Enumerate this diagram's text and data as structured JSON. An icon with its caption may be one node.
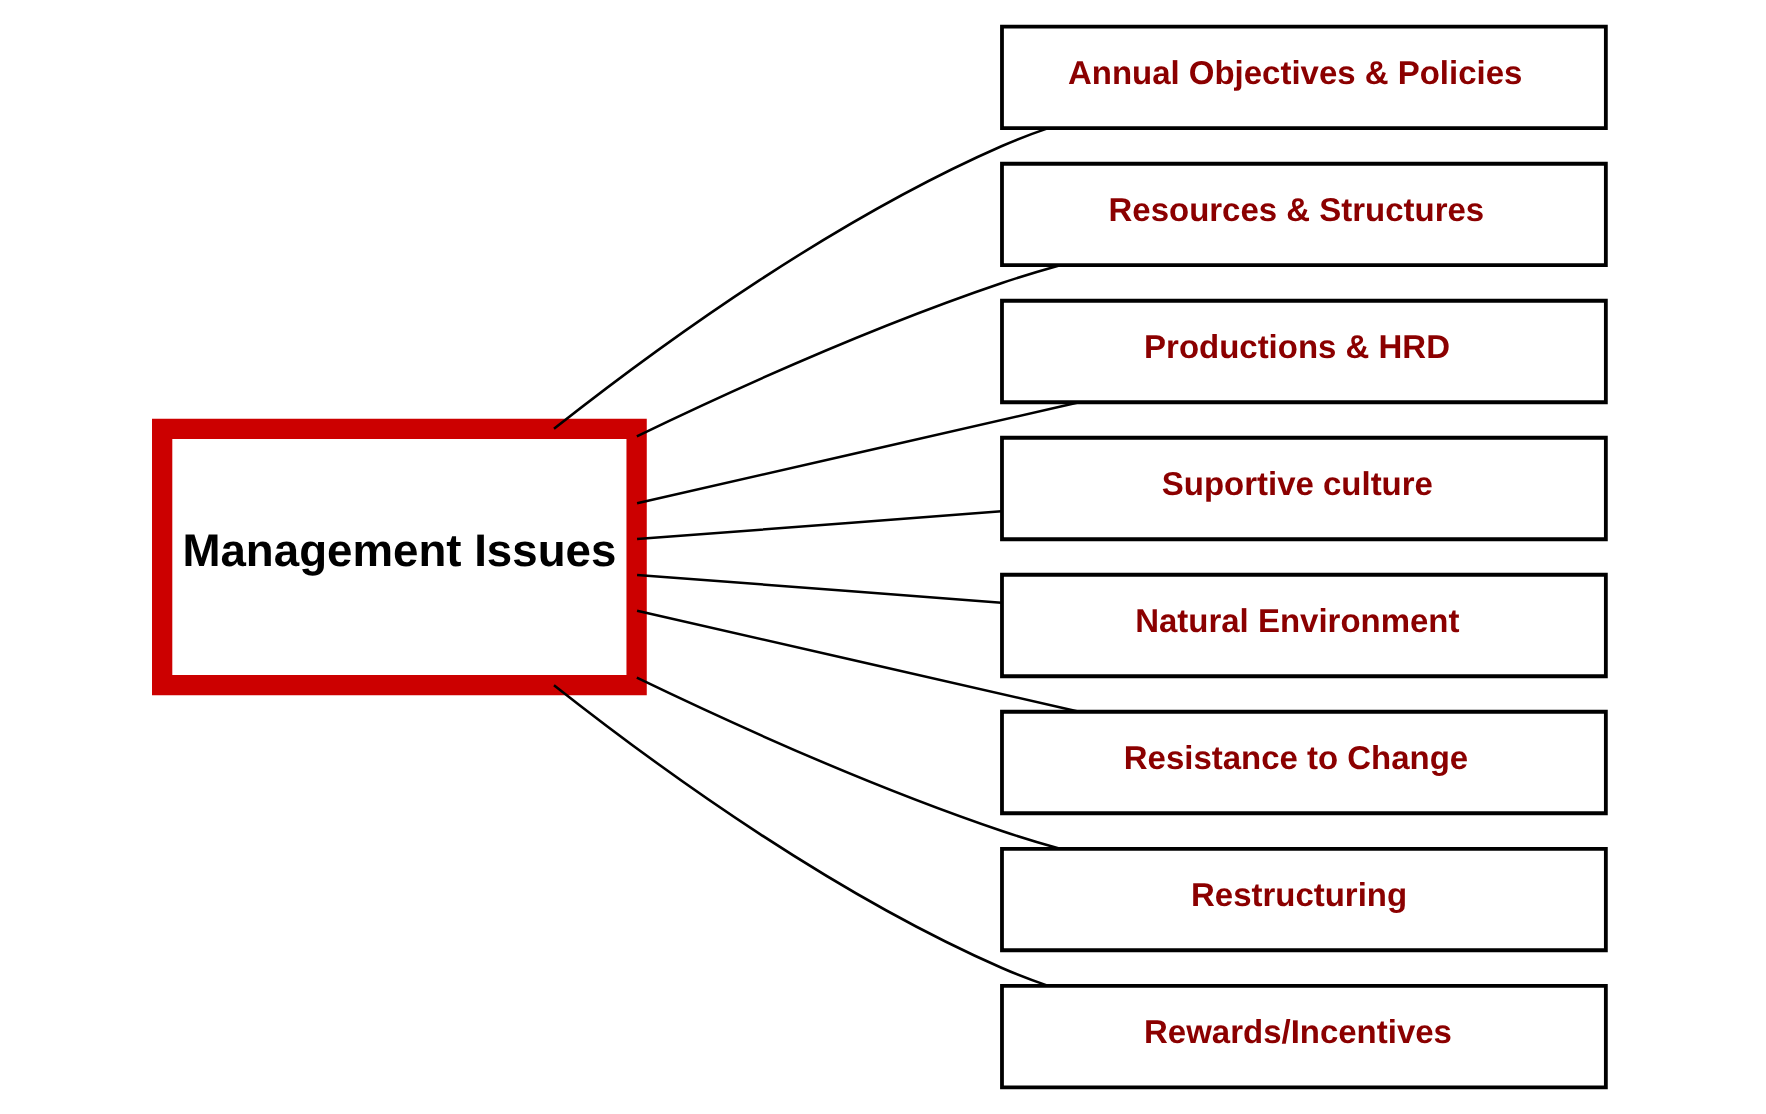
{
  "diagram": {
    "nodes": [
      {
        "text": [
          "Management Issues"
        ]
      },
      {
        "text": [
          "Annual Objectives & Policies"
        ]
      },
      {
        "text": [
          "Resources & Structures"
        ]
      },
      {
        "text": [
          "Productions & HRD"
        ]
      },
      {
        "text": [
          "Suportive culture"
        ]
      },
      {
        "text": [
          "Natural Environment"
        ]
      },
      {
        "text": [
          "Resistance to Change"
        ]
      },
      {
        "text": [
          "Restructuring"
        ]
      },
      {
        "text": [
          "Rewards/Incentives"
        ]
      }
    ],
    "edges": [
      {
        "from": 0,
        "to": 1,
        "arrow": "none"
      },
      {
        "from": 0,
        "to": 2,
        "arrow": "none"
      },
      {
        "from": 0,
        "to": 3,
        "arrow": "none"
      },
      {
        "from": 0,
        "to": 4,
        "arrow": "none"
      },
      {
        "from": 0,
        "to": 5,
        "arrow": "none"
      },
      {
        "from": 0,
        "to": 6,
        "arrow": "none"
      },
      {
        "from": 0,
        "to": 7,
        "arrow": "none"
      },
      {
        "from": 0,
        "to": 8,
        "arrow": "none"
      }
    ]
  }
}
